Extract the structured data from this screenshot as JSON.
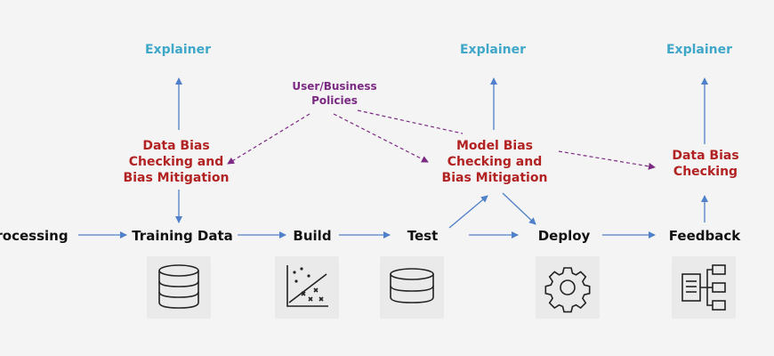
{
  "colors": {
    "explainer": "#3fa7c8",
    "bias": "#b22222",
    "policy": "#7b2a83",
    "arrow": "#4f80c9",
    "text": "#111111",
    "background": "#f4f4f4"
  },
  "stages": {
    "preprocessing": "rocessing",
    "training_data": "Training Data",
    "build": "Build",
    "test": "Test",
    "deploy": "Deploy",
    "feedback": "Feedback"
  },
  "explainers": {
    "left": "Explainer",
    "middle": "Explainer",
    "right": "Explainer"
  },
  "bias_boxes": {
    "data_bias_mitigation": "Data Bias\nChecking and\nBias Mitigation",
    "model_bias_mitigation": "Model Bias\nChecking and\nBias Mitigation",
    "data_bias_checking": "Data Bias\nChecking"
  },
  "policies": "User/Business\nPolicies",
  "icons": {
    "training_data": "database-icon",
    "build": "scatter-plot-icon",
    "test": "database-icon",
    "deploy": "gear-icon",
    "feedback": "hierarchy-icon"
  }
}
